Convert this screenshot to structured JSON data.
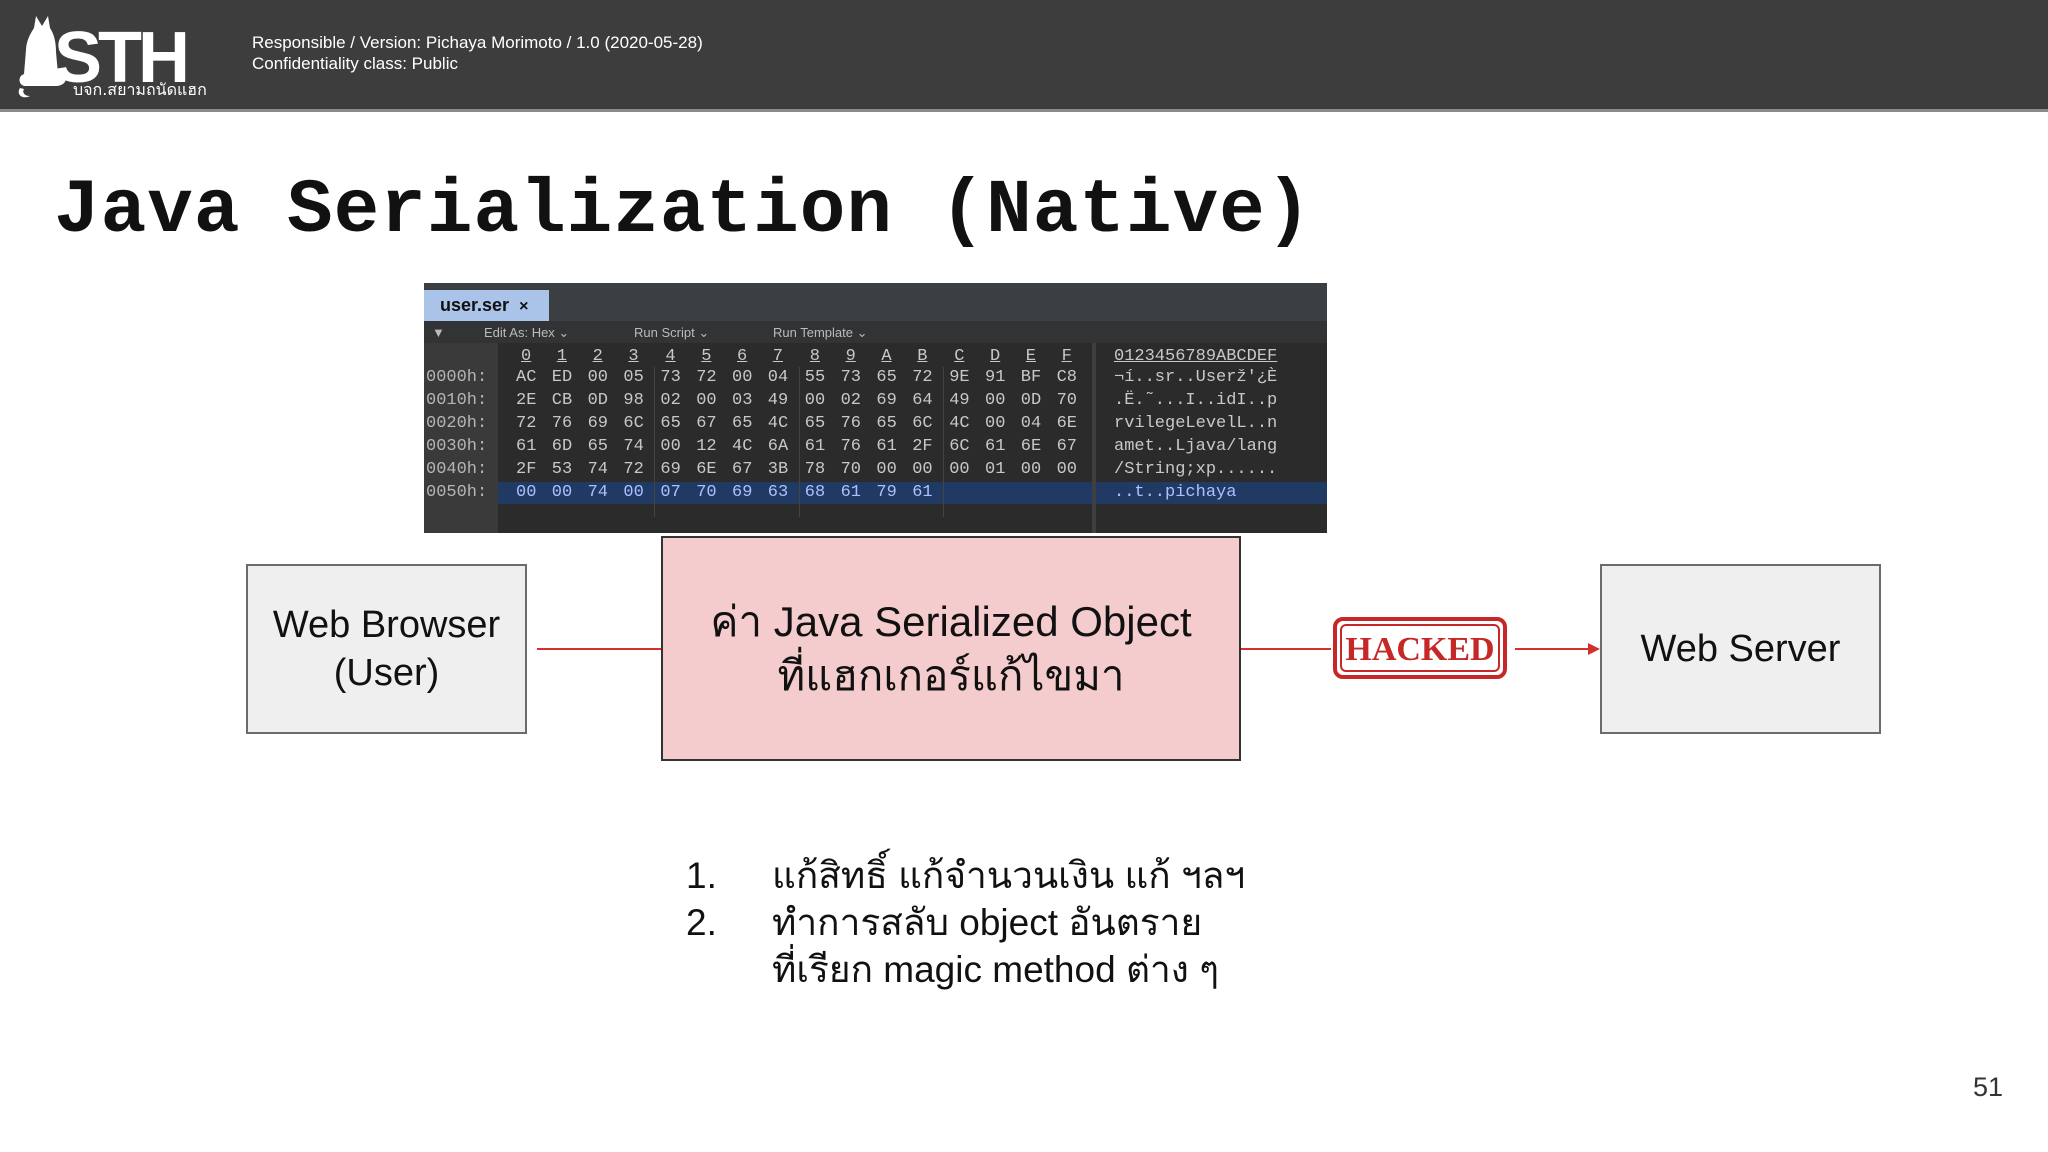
{
  "header": {
    "logo_text": "STH",
    "logo_subtitle": "บจก.สยามถนัดแฮก",
    "responsible_line": "Responsible / Version: Pichaya Morimoto / 1.0 (2020-05-28)",
    "confidentiality_line": "Confidentiality class: Public"
  },
  "title": "Java Serialization (Native)",
  "hex_editor": {
    "tab_label": "user.ser",
    "tab_close": "×",
    "toolbar": {
      "edit_as": "Edit As: Hex",
      "run_script": "Run Script",
      "run_template": "Run Template"
    },
    "column_headers": [
      "0",
      "1",
      "2",
      "3",
      "4",
      "5",
      "6",
      "7",
      "8",
      "9",
      "A",
      "B",
      "C",
      "D",
      "E",
      "F"
    ],
    "ascii_header": "0123456789ABCDEF",
    "rows": [
      {
        "addr": "0000h:",
        "bytes": [
          "AC",
          "ED",
          "00",
          "05",
          "73",
          "72",
          "00",
          "04",
          "55",
          "73",
          "65",
          "72",
          "9E",
          "91",
          "BF",
          "C8"
        ],
        "ascii": "¬í..sr..Userž'¿È"
      },
      {
        "addr": "0010h:",
        "bytes": [
          "2E",
          "CB",
          "0D",
          "98",
          "02",
          "00",
          "03",
          "49",
          "00",
          "02",
          "69",
          "64",
          "49",
          "00",
          "0D",
          "70"
        ],
        "ascii": ".Ë.˜...I..idI..p"
      },
      {
        "addr": "0020h:",
        "bytes": [
          "72",
          "76",
          "69",
          "6C",
          "65",
          "67",
          "65",
          "4C",
          "65",
          "76",
          "65",
          "6C",
          "4C",
          "00",
          "04",
          "6E"
        ],
        "ascii": "rvilegeLevelL..n"
      },
      {
        "addr": "0030h:",
        "bytes": [
          "61",
          "6D",
          "65",
          "74",
          "00",
          "12",
          "4C",
          "6A",
          "61",
          "76",
          "61",
          "2F",
          "6C",
          "61",
          "6E",
          "67"
        ],
        "ascii": "amet..Ljava/lang"
      },
      {
        "addr": "0040h:",
        "bytes": [
          "2F",
          "53",
          "74",
          "72",
          "69",
          "6E",
          "67",
          "3B",
          "78",
          "70",
          "00",
          "00",
          "00",
          "01",
          "00",
          "00"
        ],
        "ascii": "/String;xp......"
      },
      {
        "addr": "0050h:",
        "bytes": [
          "00",
          "00",
          "74",
          "00",
          "07",
          "70",
          "69",
          "63",
          "68",
          "61",
          "79",
          "61"
        ],
        "ascii": "..t..pichaya",
        "highlighted": true
      }
    ]
  },
  "flow": {
    "browser_line1": "Web Browser",
    "browser_line2": "(User)",
    "object_line1": "ค่า Java Serialized Object",
    "object_line2": "ที่แฮกเกอร์แก้ไขมา",
    "stamp_text": "HACKED",
    "server_label": "Web Server"
  },
  "list": [
    {
      "num": "1.",
      "text": "แก้สิทธิ์ แก้จำนวนเงิน แก้ ฯลฯ"
    },
    {
      "num": "2.",
      "text": "ทำการสลับ object อันตราย"
    },
    {
      "num": "",
      "text": "ที่เรียก magic method ต่าง ๆ"
    }
  ],
  "page_number": "51",
  "colors": {
    "header_bg": "#3d3d3d",
    "object_box_bg": "#f4ccce",
    "arrow": "#d32f2f",
    "stamp": "#c62828",
    "hex_bg": "#2b2b2b",
    "hex_tab": "#a9c4e8",
    "hex_highlight_row": "#213a63"
  }
}
